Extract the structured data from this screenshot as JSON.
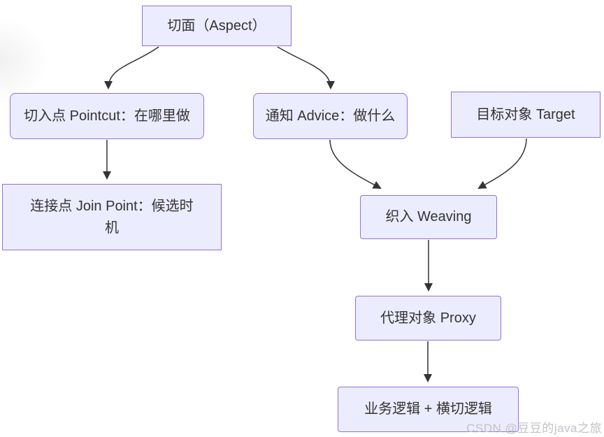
{
  "diagram": {
    "title_hint": "AOP concept flowchart",
    "nodes": {
      "aspect": {
        "label": "切面（Aspect）"
      },
      "pointcut": {
        "label": "切入点 Pointcut：在哪里做"
      },
      "advice": {
        "label": "通知 Advice：做什么"
      },
      "target": {
        "label": "目标对象 Target"
      },
      "joinpoint": {
        "label": "连接点 Join Point：候选时机"
      },
      "weaving": {
        "label": "织入 Weaving"
      },
      "proxy": {
        "label": "代理对象 Proxy"
      },
      "result": {
        "label": "业务逻辑 + 横切逻辑"
      }
    },
    "edges": [
      {
        "from": "aspect",
        "to": "pointcut"
      },
      {
        "from": "aspect",
        "to": "advice"
      },
      {
        "from": "pointcut",
        "to": "joinpoint"
      },
      {
        "from": "advice",
        "to": "weaving"
      },
      {
        "from": "target",
        "to": "weaving"
      },
      {
        "from": "weaving",
        "to": "proxy"
      },
      {
        "from": "proxy",
        "to": "result"
      }
    ],
    "colors": {
      "node_fill": "#ECECFF",
      "node_border": "#9370DB",
      "edge": "#333333",
      "text": "#333333",
      "watermark": "#c2c2c8"
    }
  },
  "watermark": {
    "text": "CSDN @豆豆的java之旅"
  }
}
